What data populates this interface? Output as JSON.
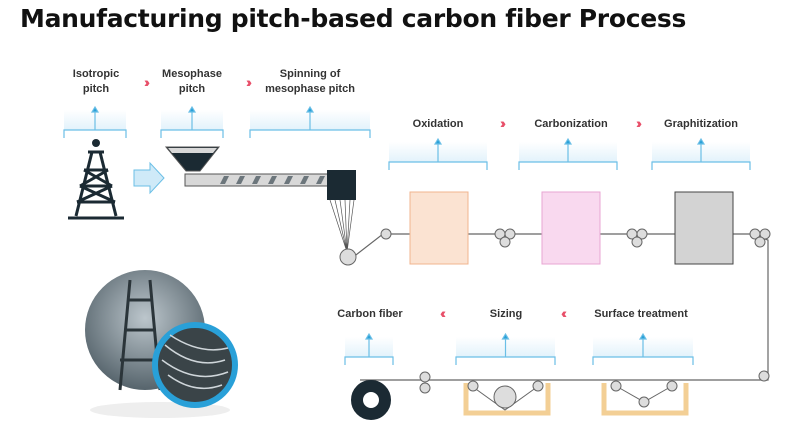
{
  "title": "Manufacturing pitch-based carbon fiber Process",
  "steps_top": [
    "Isotropic\npitch",
    "Mesophase\npitch",
    "Spinning of\nmesophase pitch"
  ],
  "steps_mid": [
    "Oxidation",
    "Carbonization",
    "Graphitization"
  ],
  "steps_bottom": [
    "Carbon fiber",
    "Sizing",
    "Surface treatment"
  ],
  "chevron_forward": "›››",
  "chevron_back": "‹‹‹",
  "colors": {
    "accent": "#29a0d8",
    "chevron": "#e8506a",
    "oxidation": "#fbe3d2",
    "carbonization": "#f9d9ef",
    "graphitization": "#d3d3d3",
    "tank": "#f3cf95"
  }
}
